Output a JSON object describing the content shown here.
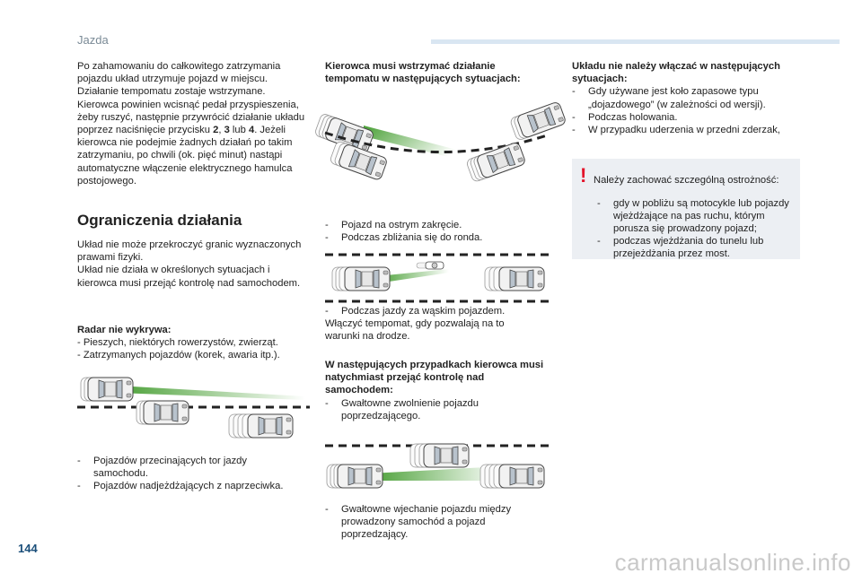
{
  "header": {
    "section": "Jazda"
  },
  "page_number": "144",
  "watermark": "carmanualsonline.info",
  "col1": {
    "intro": "Po zahamowaniu do całkowitego zatrzymania pojazdu układ utrzymuje pojazd w miejscu. Działanie tempomatu zostaje wstrzymane. Kierowca powinien wcisnąć pedał przyspieszenia, żeby ruszyć, następnie przywrócić działanie układu poprzez naciśnięcie przycisku ",
    "btn2": "2",
    "sep1": ", ",
    "btn3": "3",
    "sep2": " lub ",
    "btn4": "4",
    "intro_end": ". Jeżeli kierowca nie podejmie żadnych działań po takim zatrzymaniu, po chwili (ok. pięć minut) nastąpi automatyczne włączenie elektrycznego hamulca postojowego.",
    "heading": "Ograniczenia działania",
    "para2": "Układ nie może przekroczyć granic wyznaczonych prawami fizyki.",
    "para3": "Układ nie działa w określonych sytuacjach i kierowca musi przejąć kontrolę nad samochodem.",
    "radar_title": "Radar nie wykrywa:",
    "radar_items": [
      "Pieszych, niektórych rowerzystów, zwierząt.",
      "Zatrzymanych pojazdów (korek, awaria itp.)."
    ],
    "bottom_items": [
      "Pojazdów przecinających tor jazdy samochodu.",
      "Pojazdów nadjeżdżających z naprzeciwka."
    ]
  },
  "col2": {
    "title": "Kierowca musi wstrzymać działanie tempomatu w następujących sytuacjach:",
    "curve_items": [
      "Pojazd na ostrym zakręcie.",
      "Podczas zbliżania się do ronda."
    ],
    "narrow_item": "Podczas jazdy za wąskim pojazdem.",
    "narrow_note": "Włączyć tempomat, gdy pozwalają na to warunki na drodze.",
    "takeover_title": "W następujących przypadkach kierowca musi natychmiast przejąć kontrolę nad samochodem:",
    "takeover_item": "Gwałtowne zwolnienie pojazdu poprzedzającego.",
    "cutin_item": "Gwałtowne wjechanie pojazdu między prowadzony samochód a pojazd poprzedzający."
  },
  "col3": {
    "title": "Układu nie należy włączać w następujących sytuacjach:",
    "items": [
      "Gdy używane jest koło zapasowe typu „dojazdowego” (w zależności od wersji).",
      "Podczas holowania.",
      "W przypadku uderzenia w przedni zderzak,"
    ],
    "warning": {
      "intro": "Należy zachować szczególną ostrożność:",
      "items": [
        "gdy w pobliżu są motocykle lub pojazdy wjeżdżające na pas ruchu, którym porusza się prowadzony pojazd;",
        "podczas wjeżdżania do tunelu lub przejeżdżania przez most."
      ]
    }
  },
  "dash": "-",
  "exclaim": "!",
  "colors": {
    "beam": "#3f9a2a",
    "warning_bg": "#eceff3",
    "warning_mark": "#e3142b",
    "header_bar": "#d9e6f2",
    "page_number": "#1b4f7a"
  }
}
